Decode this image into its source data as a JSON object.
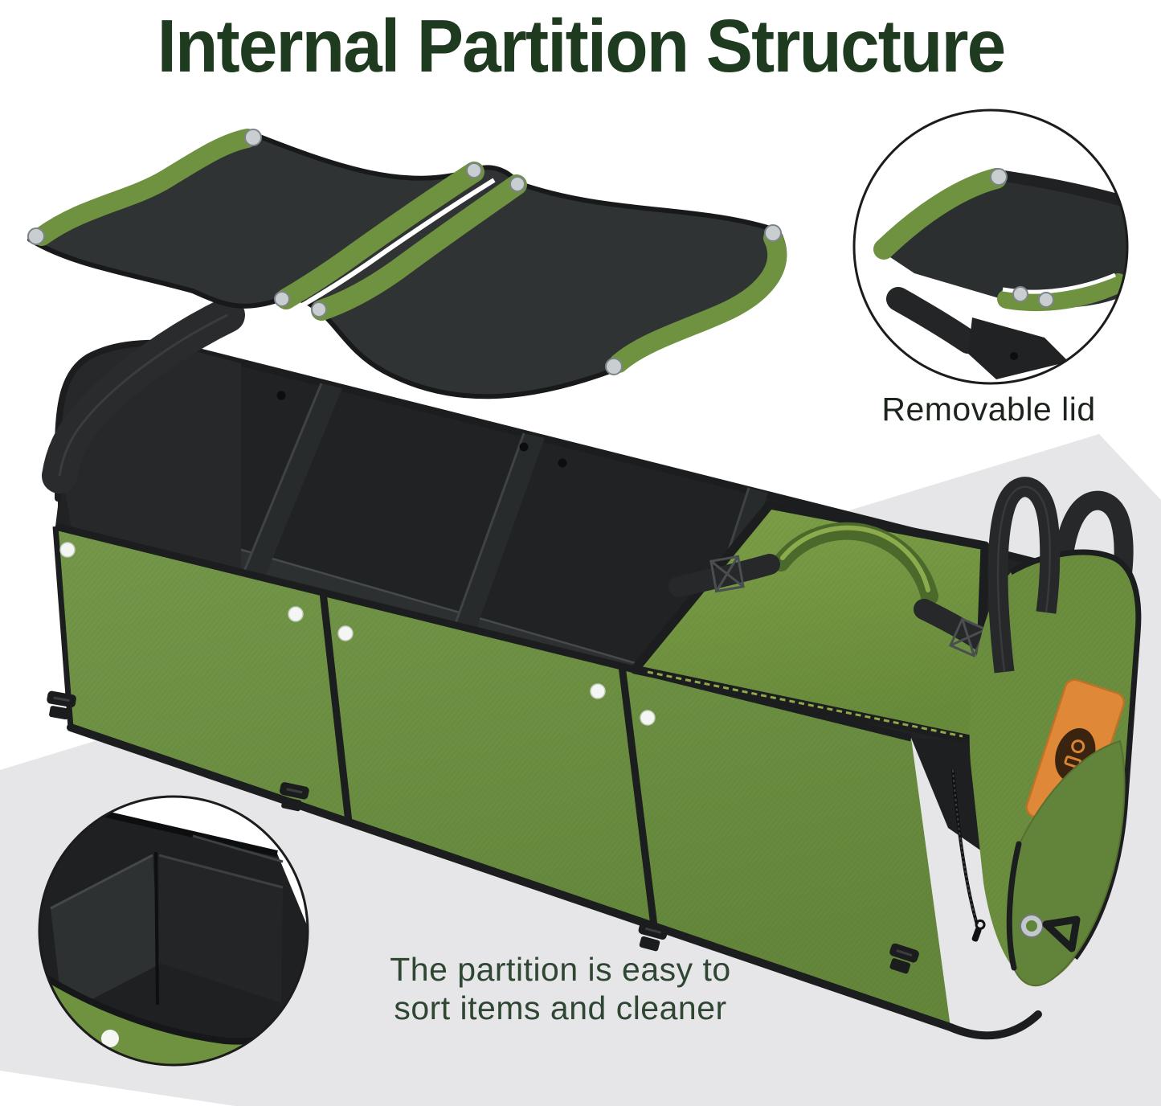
{
  "title": "Internal Partition Structure",
  "callouts": {
    "lid_label": "Removable lid",
    "partition_caption_line1": "The partition is easy to",
    "partition_caption_line2": "sort items and cleaner"
  },
  "colors": {
    "title_green": "#1e3a1f",
    "caption_green": "#2e4632",
    "label_dark": "#1d241d",
    "fabric_green": "#6f9240",
    "fabric_green_dark": "#5d8030",
    "fabric_black": "#2b2d2e",
    "interior_black": "#202223",
    "trim_black": "#1b1d1e",
    "patch_orange": "#df8938",
    "background_gray": "#e6e6e9",
    "snap_silver": "#c9ced1",
    "snap_white": "#f4f6f3",
    "zipper_white": "#ffffff"
  }
}
